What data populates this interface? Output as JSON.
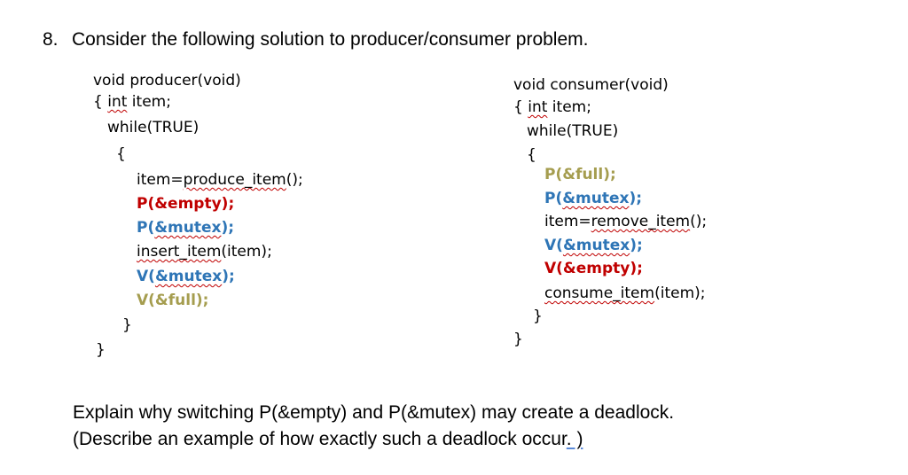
{
  "question": {
    "number": "8.",
    "text": "Consider the following solution to producer/consumer problem."
  },
  "producer": {
    "signature": "void producer(void)",
    "brace_open": "{",
    "decl_int": "int",
    "decl_rest": " item;",
    "while": "while(TRUE)",
    "loop_open": "{",
    "item_prefix": "item=",
    "item_call": "produce_item",
    "item_suffix": "();",
    "p_empty": "P(&empty);",
    "p_mutex_p": "P(",
    "p_mutex_arg": "&mutex",
    "p_mutex_end": ");",
    "insert_call": "insert_item",
    "insert_rest": "(item);",
    "v_mutex_v": "V(",
    "v_mutex_arg": "&mutex",
    "v_mutex_end": ");",
    "v_full": "V(&full);",
    "loop_close": "}",
    "brace_close": "}"
  },
  "consumer": {
    "signature": "void consumer(void)",
    "brace_open": "{",
    "decl_int": "int",
    "decl_rest": " item;",
    "while": "while(TRUE)",
    "loop_open": "{",
    "p_full": "P(&full);",
    "p_mutex_p": "P(",
    "p_mutex_arg": "&mutex",
    "p_mutex_end": ");",
    "item_prefix": "item=",
    "item_call": "remove_item",
    "item_suffix": "();",
    "v_mutex_v": "V(",
    "v_mutex_arg": "&mutex",
    "v_mutex_end": ");",
    "v_empty": "V(&empty);",
    "consume_call": "consume_item",
    "consume_rest": "(item);",
    "loop_close": "}",
    "brace_close": "}"
  },
  "explanation": {
    "line1": "Explain why switching P(&empty) and P(&mutex) may create a deadlock.",
    "line2_main": "(Describe an example of how exactly such a deadlock occur",
    "line2_tail": ". )"
  },
  "colors": {
    "red": "#c00000",
    "blue": "#2e75b6",
    "olive": "#a59d4f"
  }
}
